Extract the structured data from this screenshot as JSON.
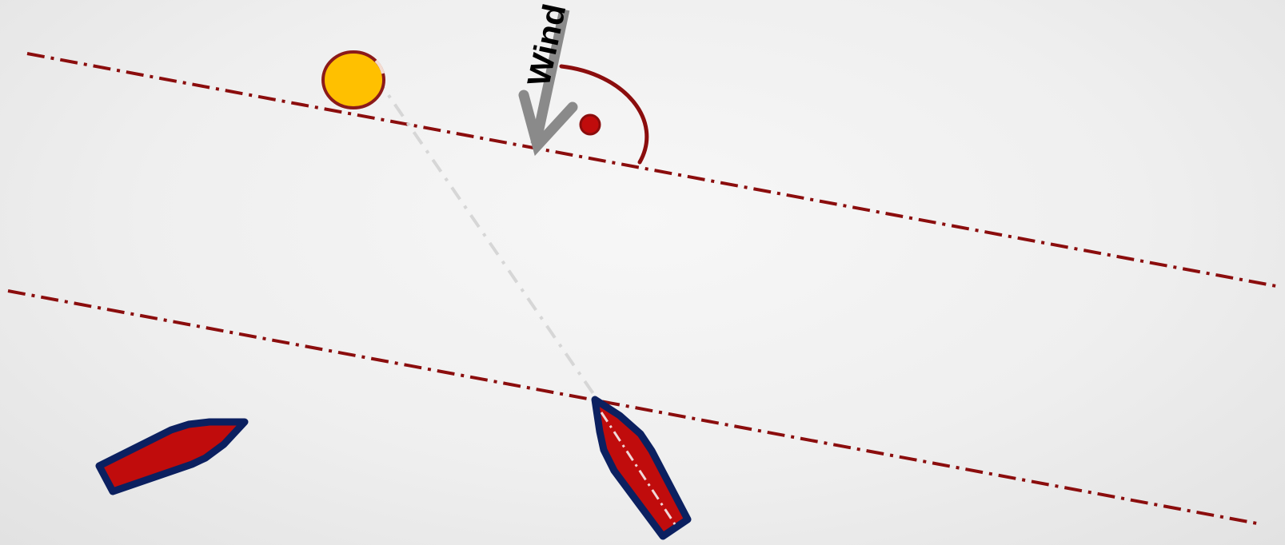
{
  "diagram": {
    "wind_label": "Wind",
    "colors": {
      "background": "#f0f0f0",
      "zone_line": "#8b0d0d",
      "mark_fill": "#ffc000",
      "mark_outline": "#8b1a1a",
      "boat_fill": "#c00c0c",
      "boat_outline": "#0b2060",
      "wind_arrow": "#8a8a8a",
      "sight_line": "#d6d6d6",
      "arc": "#8b0d0d"
    },
    "icons": {
      "mark": "yellow-mark-buoy",
      "small_mark": "red-dot-mark",
      "wind": "wind-arrow",
      "boats": [
        "red-boat-left",
        "red-boat-right"
      ]
    }
  }
}
